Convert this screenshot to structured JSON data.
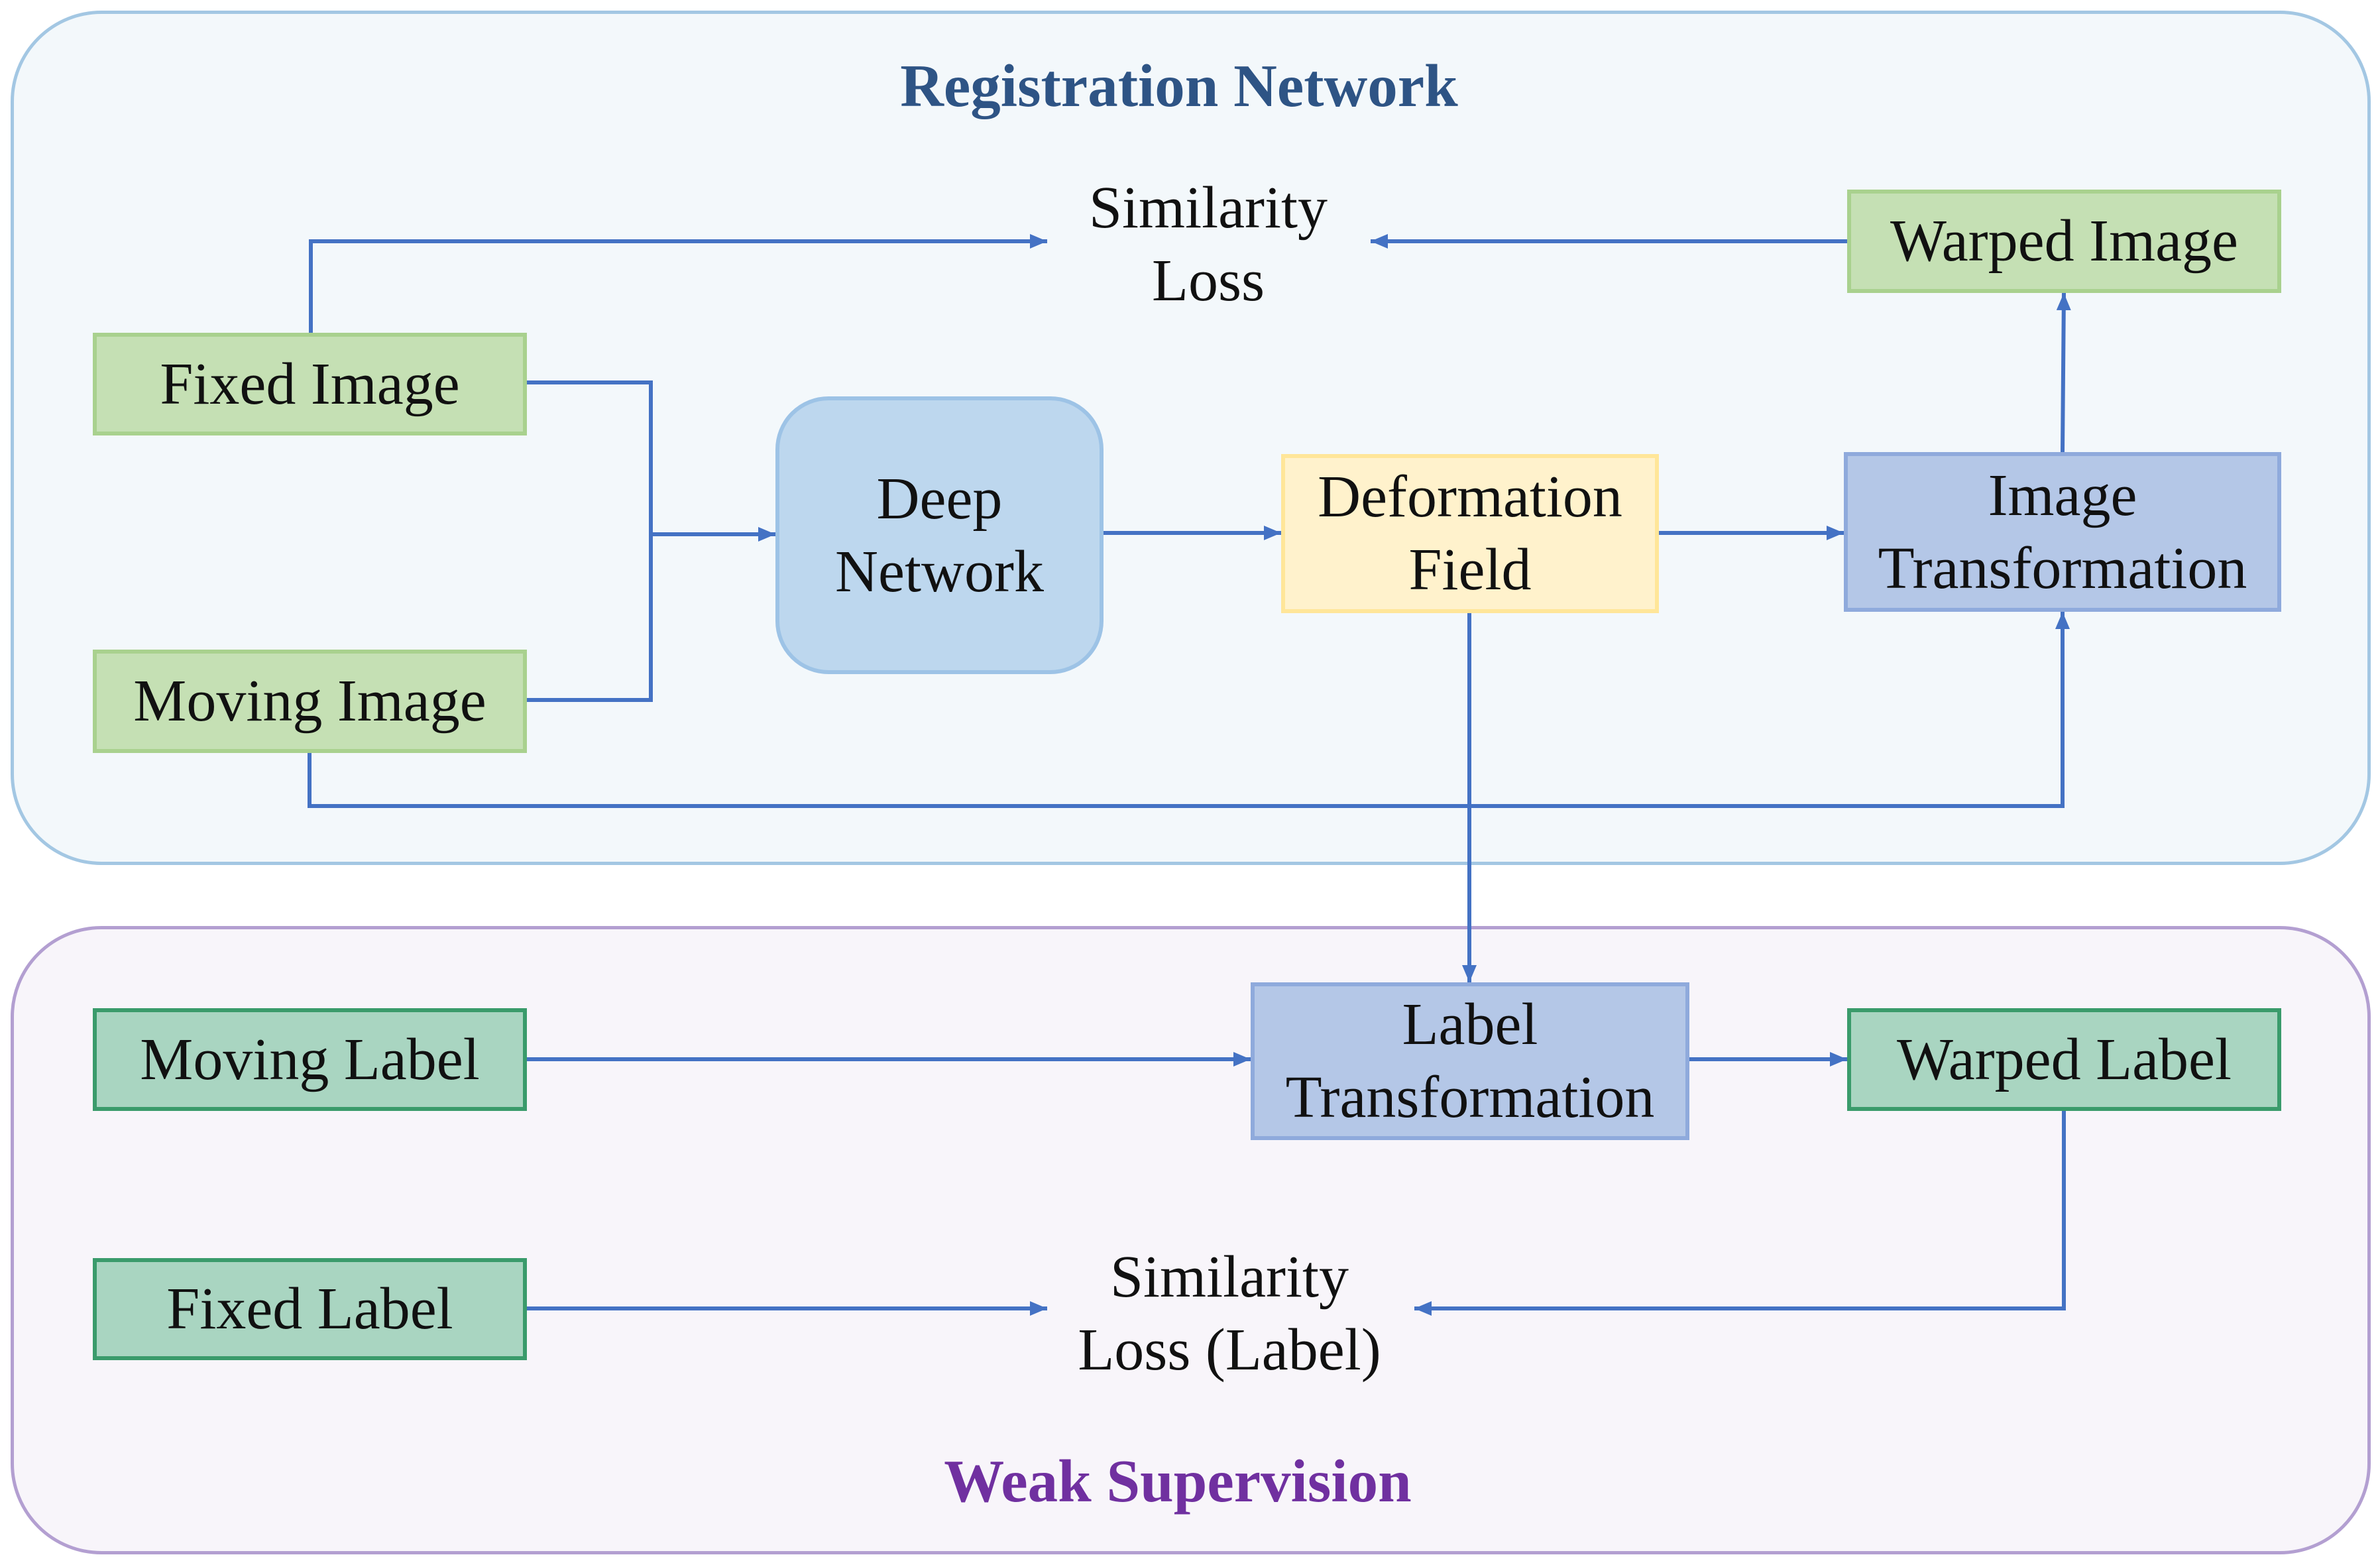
{
  "registration_network": {
    "title": "Registration Network",
    "similarity_loss": {
      "line1": "Similarity",
      "line2": "Loss"
    },
    "fixed_image": "Fixed Image",
    "moving_image": "Moving Image",
    "deep_network": {
      "line1": "Deep",
      "line2": "Network"
    },
    "deformation_field": {
      "line1": "Deformation",
      "line2": "Field"
    },
    "image_transformation": {
      "line1": "Image",
      "line2": "Transformation"
    },
    "warped_image": "Warped Image"
  },
  "weak_supervision": {
    "title": "Weak Supervision",
    "moving_label": "Moving Label",
    "label_transformation": {
      "line1": "Label",
      "line2": "Transformation"
    },
    "warped_label": "Warped Label",
    "fixed_label": "Fixed Label",
    "similarity_loss_label": {
      "line1": "Similarity",
      "line2": "Loss (Label)"
    }
  },
  "colors": {
    "arrow": "#4472c4",
    "panel-top-fill": "#f3f8fb",
    "panel-top-border": "#a3c7e3",
    "panel-bottom-fill": "#f8f5fa",
    "panel-bottom-border": "#b39fd1",
    "image-fill": "#c5e0b4",
    "image-border": "#a9d18e",
    "net-fill": "#bdd7ee",
    "net-border": "#9dc3e6",
    "field-fill": "#fff2cc",
    "field-border": "#ffe699",
    "transform-fill": "#b4c7e7",
    "transform-border": "#8faadc",
    "label-fill": "#a9d5c1",
    "label-border": "#3a9b6b",
    "title-blue": "#2e5485",
    "title-purple": "#7030a0"
  }
}
